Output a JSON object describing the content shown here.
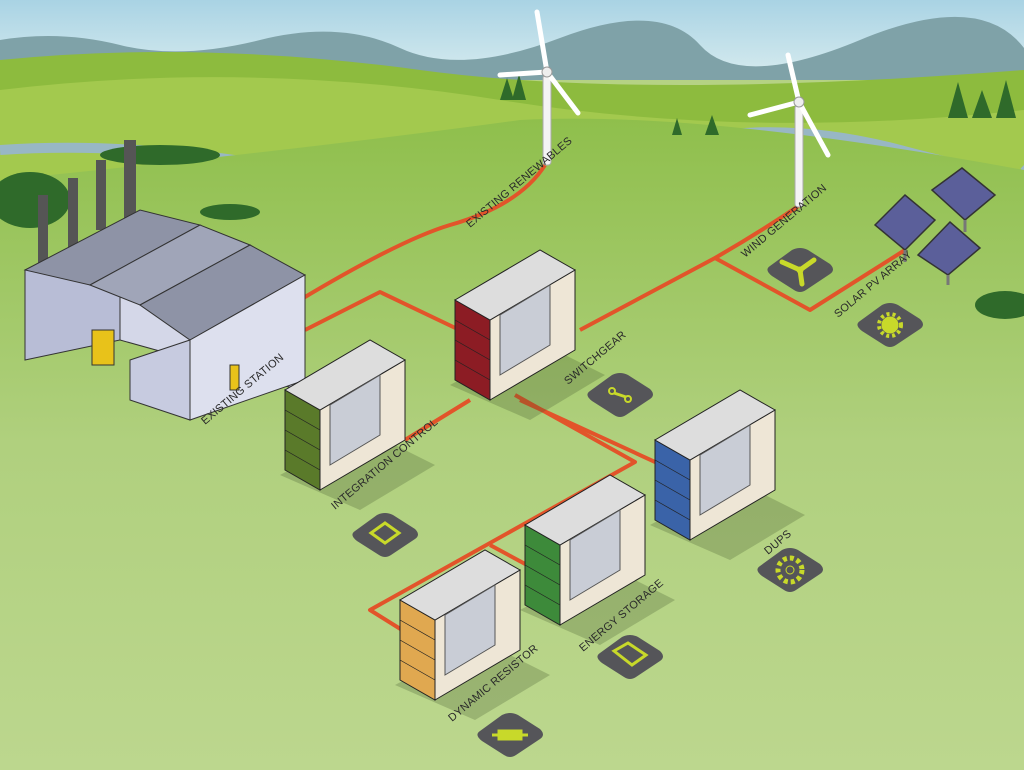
{
  "labels": {
    "existing_renewables": "EXISTING RENEWABLES",
    "wind_generation": "WIND GENERATION",
    "solar_pv_array": "SOLAR PV ARRAY",
    "existing_station": "EXISTING STATION",
    "switchgear": "SWITCHGEAR",
    "integration_control": "INTEGRATION CONTROL",
    "dups": "DUPS",
    "energy_storage": "ENERGY STORAGE",
    "dynamic_resistor": "DYNAMIC RESISTOR"
  },
  "colors": {
    "cable": "#e2542a",
    "icon_tile": "#555559",
    "icon_glyph": "#c8d92a",
    "sky": "#b9dbe6",
    "grass": "#b5d284",
    "switchgear_container": "#8c1c24",
    "integration_container": "#5a7a2a",
    "dups_container": "#3a63a8",
    "storage_container": "#3d8a3a",
    "resistor_container": "#e0a850"
  },
  "icons": {
    "wind": "wind-turbine-icon",
    "solar": "sun-icon",
    "switchgear": "switch-icon",
    "integration": "laptop-icon",
    "dups": "gear-icon",
    "storage": "battery-icon",
    "resistor": "resistor-icon"
  }
}
